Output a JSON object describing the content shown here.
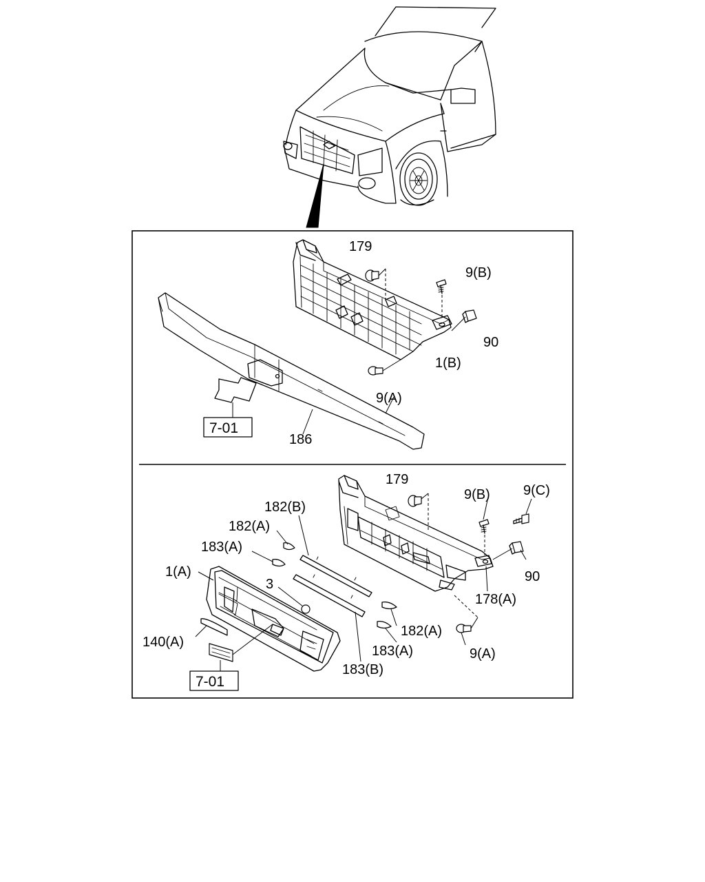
{
  "labels": {
    "top": {
      "part_179": "179",
      "part_9b": "9(B)",
      "part_90": "90",
      "part_1b": "1(B)",
      "part_9a": "9(A)",
      "part_186": "186",
      "ref": "7-01"
    },
    "bottom": {
      "part_179": "179",
      "part_9b": "9(B)",
      "part_9c": "9(C)",
      "part_182b": "182(B)",
      "part_182a_top": "182(A)",
      "part_183a_top": "183(A)",
      "part_1a": "1(A)",
      "part_3": "3",
      "part_90": "90",
      "part_178a": "178(A)",
      "part_140a": "140(A)",
      "part_182a_right": "182(A)",
      "part_183a_bottom": "183(A)",
      "part_9a": "9(A)",
      "part_183b": "183(B)",
      "ref": "7-01"
    }
  }
}
